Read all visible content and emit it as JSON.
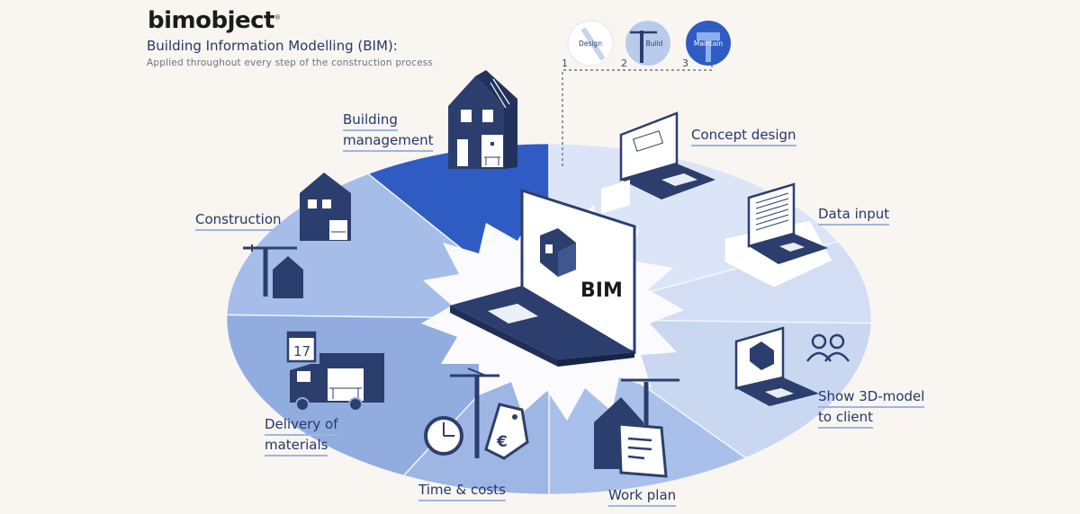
{
  "header": {
    "brand": "bimobject",
    "brand_mark": "®",
    "title": "Building Information Modelling (BIM):",
    "subtitle": "Applied throughout every step of the construction process"
  },
  "stages": [
    {
      "number": "1",
      "label": "Design",
      "icon": "pencil-icon"
    },
    {
      "number": "2",
      "label": "Build",
      "icon": "crane-icon"
    },
    {
      "number": "3",
      "label": "Maintain",
      "icon": "hammer-icon"
    }
  ],
  "center": {
    "label": "BIM"
  },
  "steps": {
    "concept_design": "Concept design",
    "data_input": "Data input",
    "show_3d_1": "Show 3D-model",
    "show_3d_2": "to client",
    "work_plan": "Work plan",
    "time_costs": "Time & costs",
    "delivery_1": "Delivery of",
    "delivery_2": "materials",
    "construction": "Construction",
    "building_mgmt_1": "Building",
    "building_mgmt_2": "management"
  },
  "calendar_day": "17",
  "currency_symbol": "€",
  "colors": {
    "navy": "#2c3e6e",
    "dark_blue": "#2a55b8",
    "mid_blue": "#86a5dc",
    "light_blue": "#b9cbed",
    "pale_blue": "#dbe5f7",
    "background": "#f9f5f0"
  }
}
